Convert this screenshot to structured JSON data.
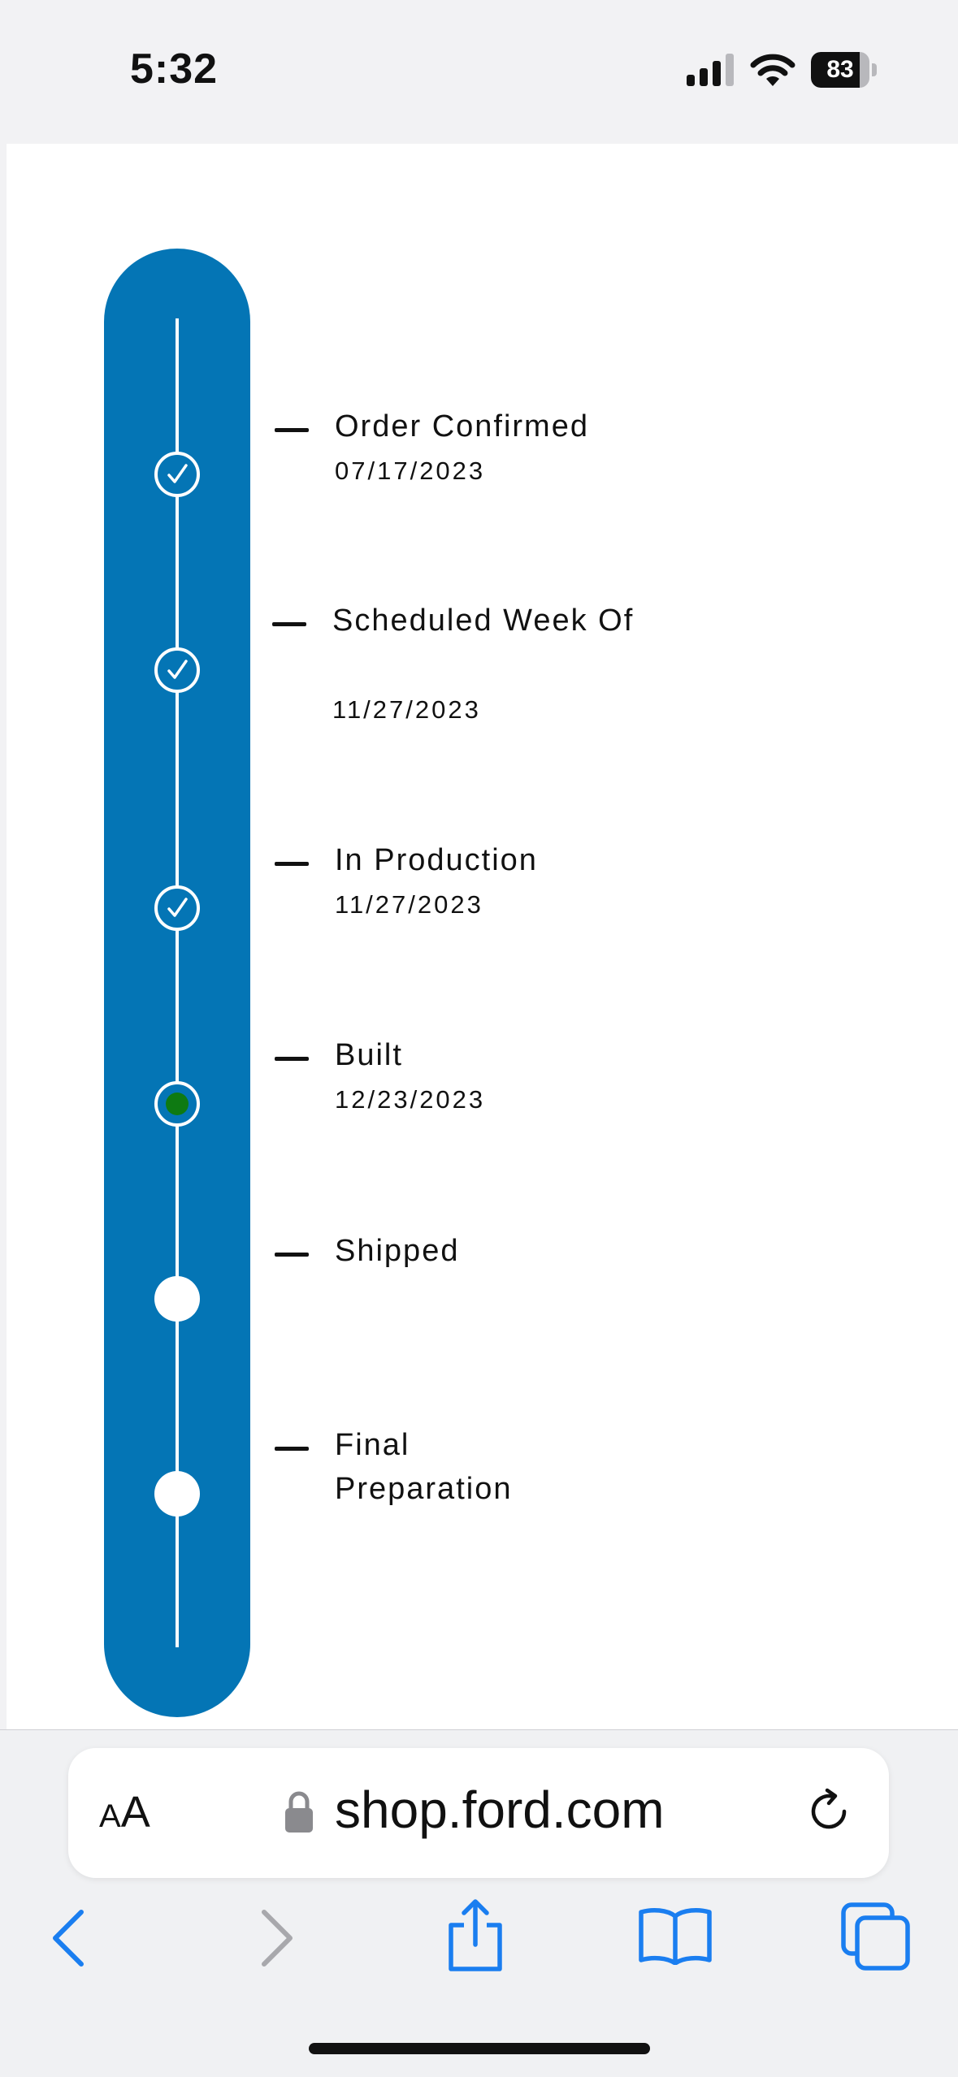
{
  "status_bar": {
    "time": "5:32",
    "battery_percent": 83,
    "battery_label": "83",
    "icons": [
      "signal-icon",
      "wifi-icon",
      "battery-icon"
    ]
  },
  "tracker": {
    "accent_color": "#0475b5",
    "current_dot_color": "#0e7a12",
    "milestones": [
      {
        "label": "Order Confirmed",
        "date": "07/17/2023",
        "status": "complete"
      },
      {
        "label": "Scheduled Week Of",
        "date": "11/27/2023",
        "status": "complete"
      },
      {
        "label": "In Production",
        "date": "11/27/2023",
        "status": "complete"
      },
      {
        "label": "Built",
        "date": "12/23/2023",
        "status": "current"
      },
      {
        "label": "Shipped",
        "date": "",
        "status": "pending"
      },
      {
        "label": "Final Preparation",
        "date": "",
        "status": "pending"
      }
    ]
  },
  "browser": {
    "aa_label_small": "A",
    "aa_label_large": "A",
    "url": "shop.ford.com",
    "icons": [
      "lock-icon",
      "reload-icon",
      "back-icon",
      "forward-icon",
      "share-icon",
      "bookmarks-icon",
      "tabs-icon"
    ]
  }
}
